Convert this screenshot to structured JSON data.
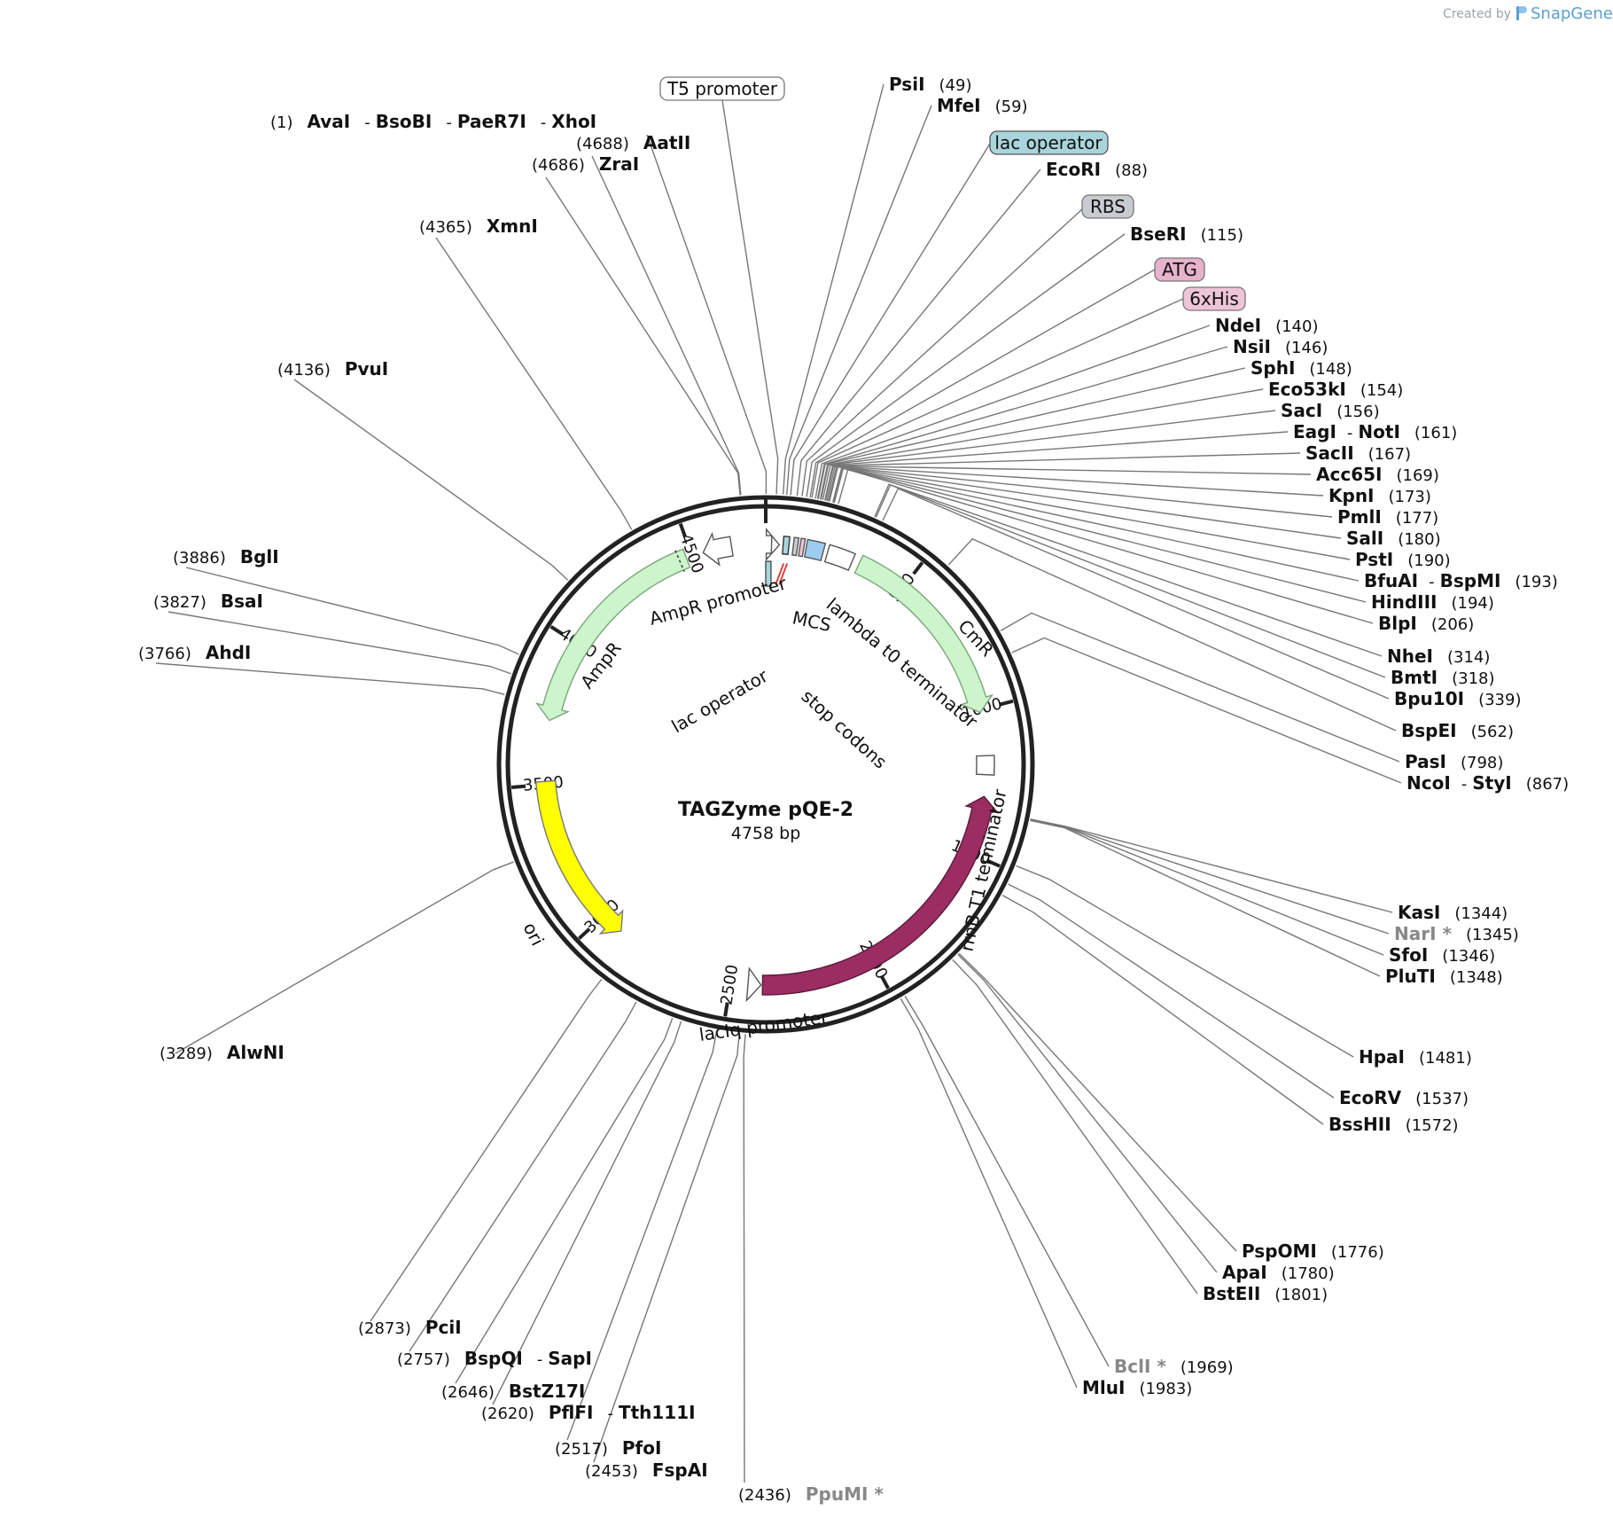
{
  "credit": {
    "created_by": "Created by",
    "brand": "SnapGene"
  },
  "plasmid": {
    "name": "TAGZyme pQE-2",
    "size": "4758 bp"
  },
  "ticks": [
    "500",
    "1000",
    "1500",
    "2000",
    "2500",
    "3000",
    "3500",
    "4000",
    "4500"
  ],
  "features": {
    "ampr": "AmpR",
    "ampr_promoter": "AmpR promoter",
    "cmr": "CmR",
    "ori": "ori",
    "laci": "lacI",
    "laciq_promoter": "lacIq promoter",
    "mcs": "MCS",
    "lambda_t0": "lambda t0 terminator",
    "rrnb_t1": "rrnB T1 terminator",
    "lac_operator_inner": "lac operator",
    "stop_codons": "stop codons"
  },
  "boxed_labels": {
    "t5_promoter": "T5 promoter",
    "lac_operator": "lac operator",
    "rbs": "RBS",
    "atg": "ATG",
    "his6": "6xHis"
  },
  "colors": {
    "backbone": "#222222",
    "ampr_fill": "#ccf5cc",
    "ampr_stroke": "#7aa57a",
    "cmr_fill": "#ccf5cc",
    "ori_fill": "#ffff00",
    "laci_fill": "#9b2d63",
    "lac_operator_fill": "#a9d4dc",
    "rbs_fill": "#c8ccd2",
    "atg_fill": "#e6b2cc",
    "his_fill": "#eec5d8",
    "mcs_fill": "#9dccf2",
    "stop_red": "#e8332a",
    "leader": "#777777",
    "brand_blue": "#5a9fd4"
  },
  "sites_right": [
    {
      "name": "PsiI",
      "pos": "(49)"
    },
    {
      "name": "MfeI",
      "pos": "(59)"
    },
    {
      "name": "EcoRI",
      "pos": "(88)"
    },
    {
      "name": "BseRI",
      "pos": "(115)"
    },
    {
      "name": "NdeI",
      "pos": "(140)"
    },
    {
      "name": "NsiI",
      "pos": "(146)"
    },
    {
      "name": "SphI",
      "pos": "(148)"
    },
    {
      "name": "Eco53kI",
      "pos": "(154)"
    },
    {
      "name": "SacI",
      "pos": "(156)"
    },
    {
      "name": "EagI",
      "sep": "-",
      "name2": "NotI",
      "pos": "(161)"
    },
    {
      "name": "SacII",
      "pos": "(167)"
    },
    {
      "name": "Acc65I",
      "pos": "(169)"
    },
    {
      "name": "KpnI",
      "pos": "(173)"
    },
    {
      "name": "PmlI",
      "pos": "(177)"
    },
    {
      "name": "SalI",
      "pos": "(180)"
    },
    {
      "name": "PstI",
      "pos": "(190)"
    },
    {
      "name": "BfuAI",
      "sep": "-",
      "name2": "BspMI",
      "pos": "(193)"
    },
    {
      "name": "HindIII",
      "pos": "(194)"
    },
    {
      "name": "BlpI",
      "pos": "(206)"
    },
    {
      "name": "NheI",
      "pos": "(314)"
    },
    {
      "name": "BmtI",
      "pos": "(318)"
    },
    {
      "name": "Bpu10I",
      "pos": "(339)"
    },
    {
      "name": "BspEI",
      "pos": "(562)"
    },
    {
      "name": "PasI",
      "pos": "(798)"
    },
    {
      "name": "NcoI",
      "sep": "-",
      "name2": "StyI",
      "pos": "(867)"
    },
    {
      "name": "KasI",
      "pos": "(1344)"
    },
    {
      "name": "NarI *",
      "pos": "(1345)",
      "muted": true
    },
    {
      "name": "SfoI",
      "pos": "(1346)"
    },
    {
      "name": "PluTI",
      "pos": "(1348)"
    },
    {
      "name": "HpaI",
      "pos": "(1481)"
    },
    {
      "name": "EcoRV",
      "pos": "(1537)"
    },
    {
      "name": "BssHII",
      "pos": "(1572)"
    },
    {
      "name": "PspOMI",
      "pos": "(1776)"
    },
    {
      "name": "ApaI",
      "pos": "(1780)"
    },
    {
      "name": "BstEII",
      "pos": "(1801)"
    },
    {
      "name": "BclI *",
      "pos": "(1969)",
      "muted": true
    },
    {
      "name": "MluI",
      "pos": "(1983)"
    }
  ],
  "sites_left": [
    {
      "pos": "(1)",
      "name": "AvaI",
      "sep": "-",
      "name2": "BsoBI",
      "sep2": "-",
      "name3": "PaeR7I",
      "sep3": "-",
      "name4": "XhoI"
    },
    {
      "pos": "(4688)",
      "name": "AatII"
    },
    {
      "pos": "(4686)",
      "name": "ZraI"
    },
    {
      "pos": "(4365)",
      "name": "XmnI"
    },
    {
      "pos": "(4136)",
      "name": "PvuI"
    },
    {
      "pos": "(3886)",
      "name": "BglI"
    },
    {
      "pos": "(3827)",
      "name": "BsaI"
    },
    {
      "pos": "(3766)",
      "name": "AhdI"
    },
    {
      "pos": "(3289)",
      "name": "AlwNI"
    },
    {
      "pos": "(2873)",
      "name": "PciI"
    },
    {
      "pos": "(2757)",
      "name": "BspQI",
      "sep": "-",
      "name2": "SapI"
    },
    {
      "pos": "(2646)",
      "name": "BstZ17I"
    },
    {
      "pos": "(2620)",
      "name": "PflFI",
      "sep": "-",
      "name2": "Tth111I"
    },
    {
      "pos": "(2517)",
      "name": "PfoI"
    },
    {
      "pos": "(2453)",
      "name": "FspAI"
    },
    {
      "pos": "(2436)",
      "name": "PpuMI *",
      "muted": true
    }
  ]
}
